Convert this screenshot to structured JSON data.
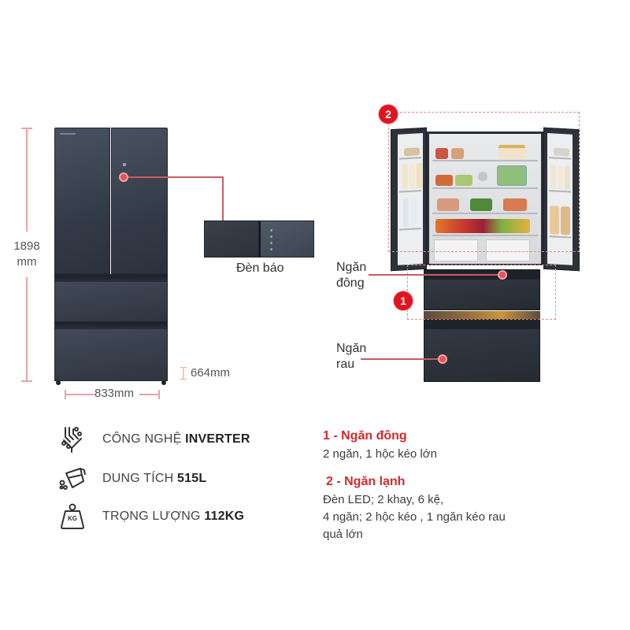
{
  "dimensions": {
    "height_value": "1898",
    "height_unit": "mm",
    "width": "833mm",
    "depth": "664mm"
  },
  "callouts": {
    "indicator_light": "Đèn báo",
    "freezer_drawer_line1": "Ngăn",
    "freezer_drawer_line2": "đông",
    "veg_drawer_line1": "Ngăn",
    "veg_drawer_line2": "rau",
    "badge_1": "1",
    "badge_2": "2"
  },
  "specs": [
    {
      "icon": "inverter-circuit-icon",
      "label": "CÔNG NGHỆ ",
      "value": "INVERTER"
    },
    {
      "icon": "capacity-jug-icon",
      "label": "DUNG TÍCH ",
      "value": "515L"
    },
    {
      "icon": "weight-kg-icon",
      "label": "TRỌNG LƯỢNG ",
      "value": "112KG"
    }
  ],
  "weight_icon_text": "KG",
  "features": [
    {
      "title": "1 - Ngăn đông",
      "lines": [
        "2 ngăn, 1 hộc kéo lớn"
      ]
    },
    {
      "title": "2 - Ngăn lạnh",
      "lines": [
        "Đèn LED; 2 khay, 6 kệ,",
        "4 ngăn; 2 hộc kéo , 1 ngăn kéo rau",
        "quả lớn"
      ]
    }
  ],
  "colors": {
    "accent_red": "#d42a2a",
    "badge_red": "#e0141e",
    "fridge_body": "#343b48",
    "dimension_line": "#e4a5a5"
  }
}
